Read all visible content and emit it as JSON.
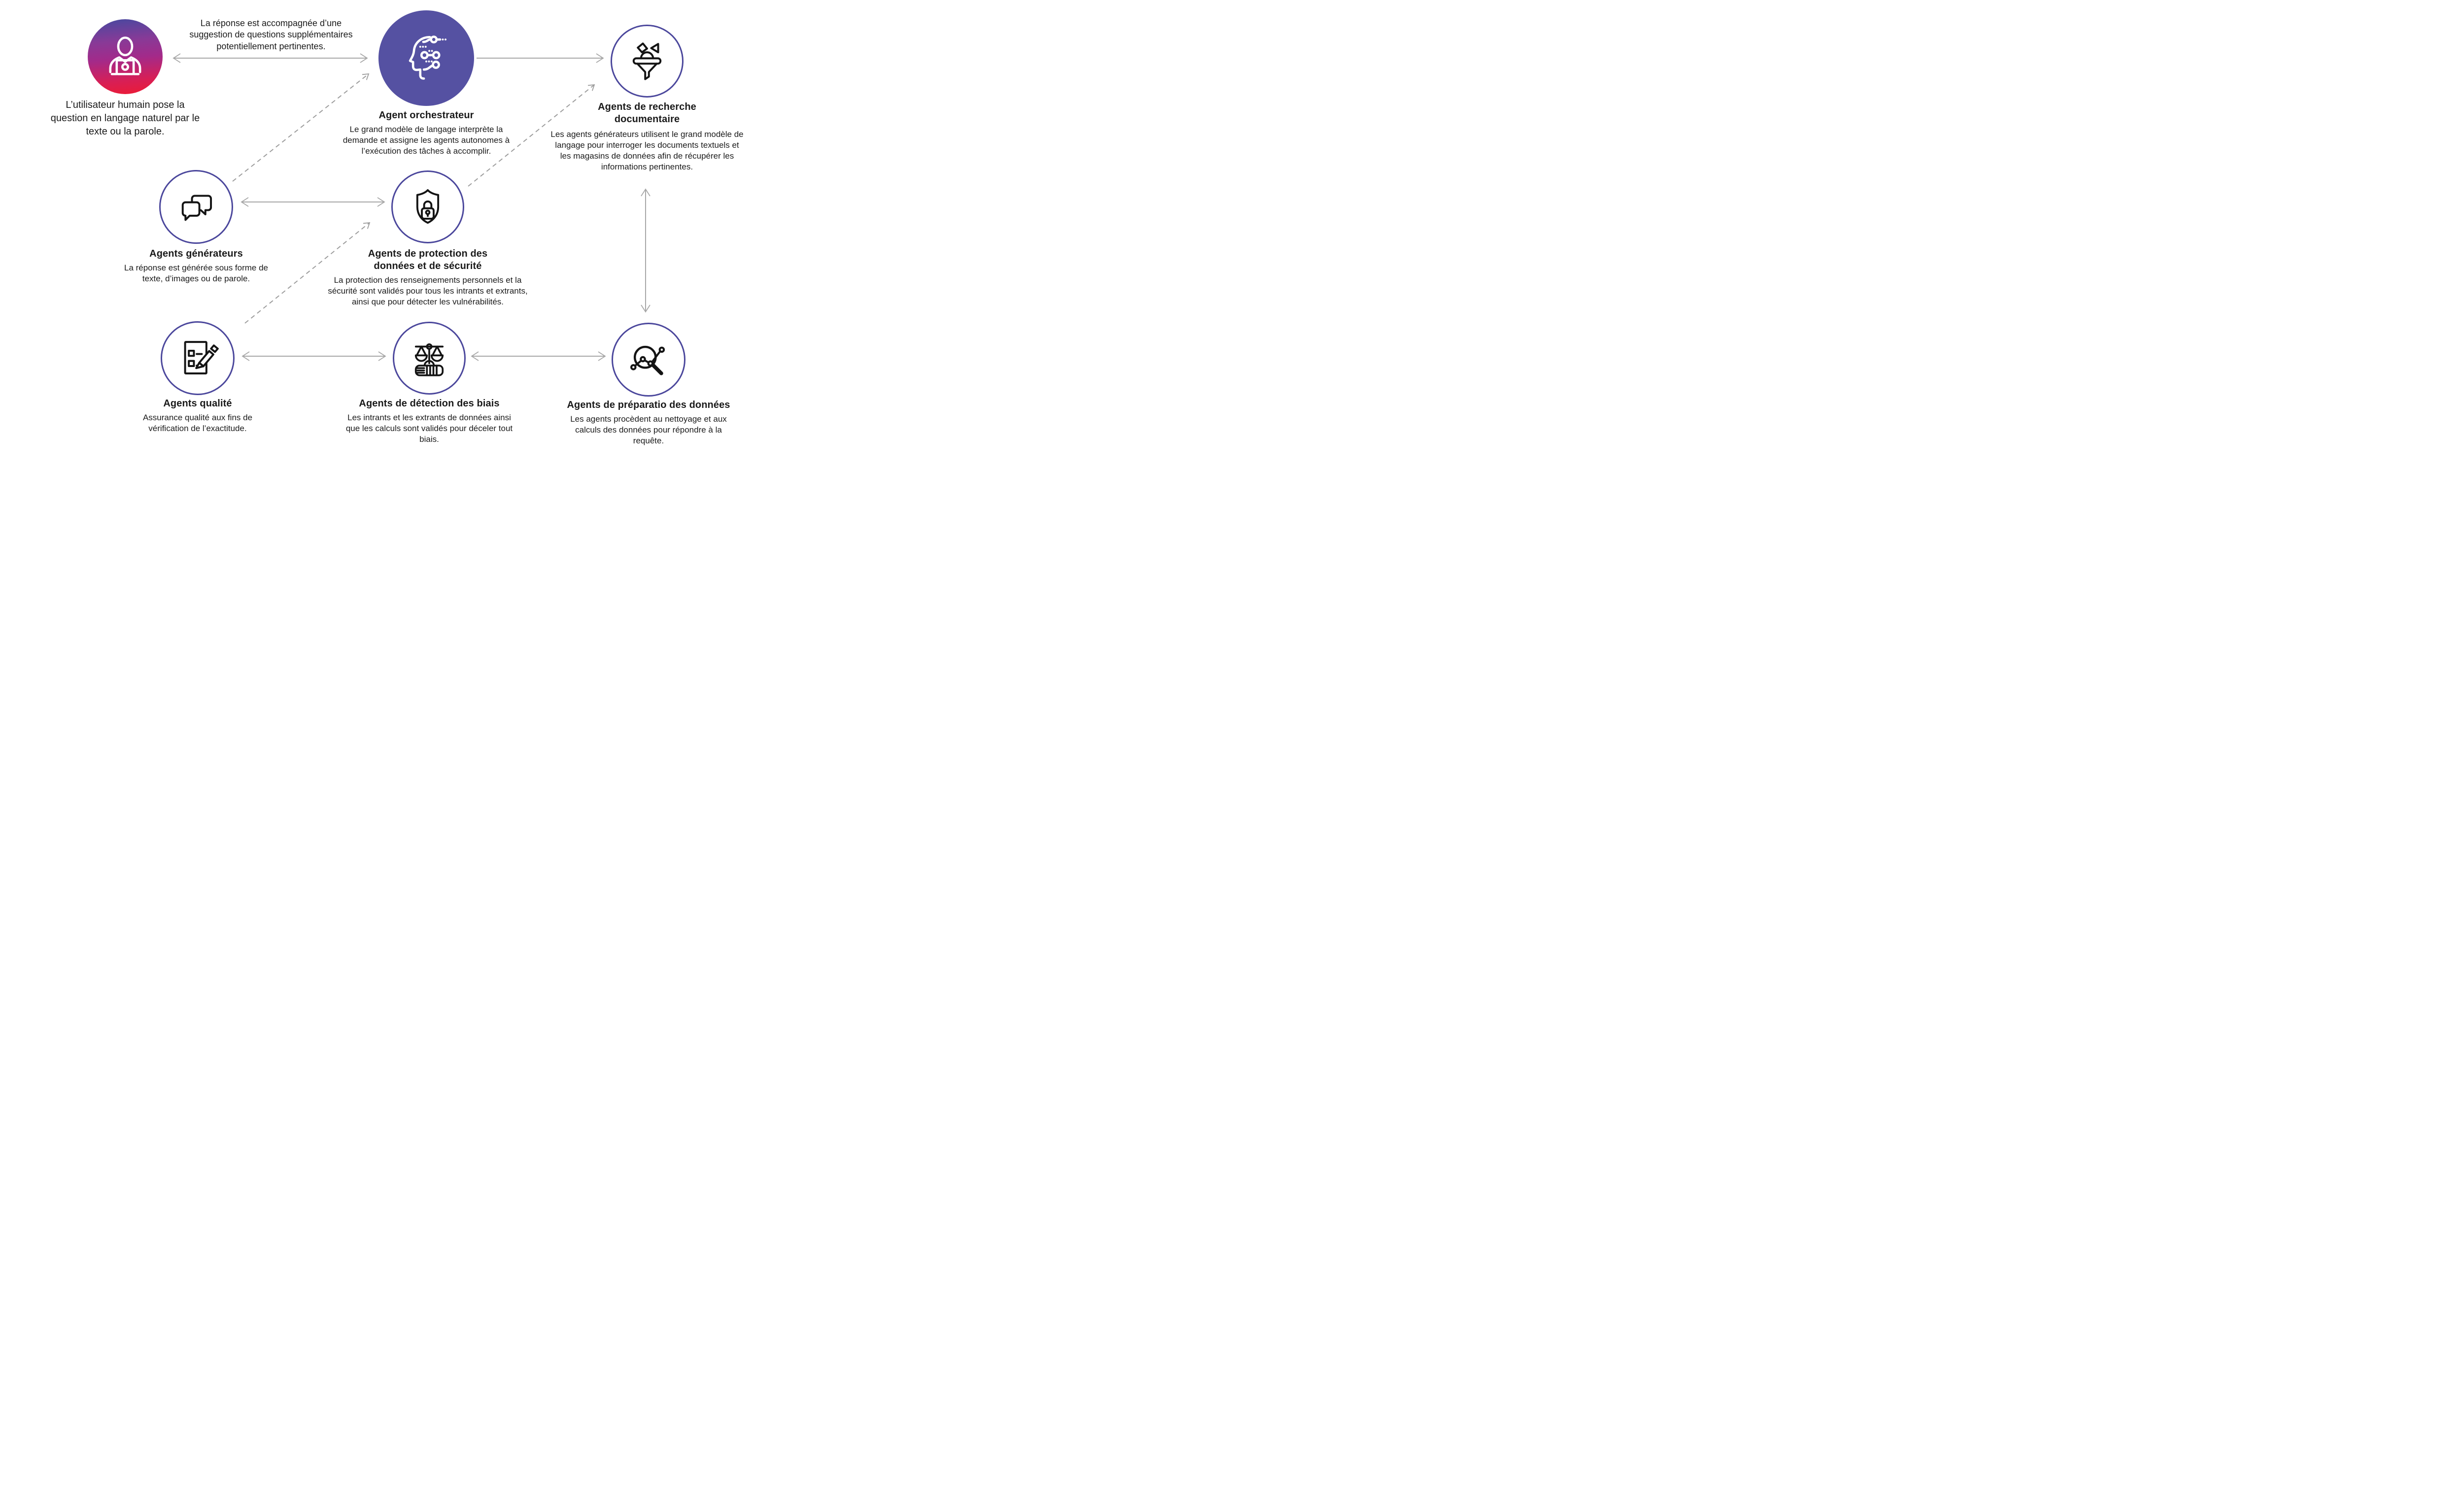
{
  "annotation": "La réponse est accompagnée d’une suggestion de questions supplémentaires potentiellement pertinentes.",
  "nodes": {
    "user": {
      "desc": "L’utilisateur humain pose la question en langage naturel par le texte ou la parole."
    },
    "orchestrator": {
      "title": "Agent orchestrateur",
      "desc": "Le grand modèle de langage interprète la demande et assigne les agents autonomes à l’exécution des tâches à accomplir."
    },
    "recherche": {
      "title": "Agents de recherche documentaire",
      "desc": "Les agents générateurs utilisent le grand modèle de langage pour interroger les documents textuels et les magasins de données afin de récupérer les informations pertinentes."
    },
    "generateurs": {
      "title": "Agents générateurs",
      "desc": "La réponse est générée sous forme de texte, d’images ou de parole."
    },
    "protection": {
      "title": "Agents de protection des données et de sécurité",
      "desc": "La protection des renseignements personnels et la sécurité sont validés pour tous les intrants et extrants, ainsi que pour détecter les vulnérabilités."
    },
    "qualite": {
      "title": "Agents qualité",
      "desc": "Assurance qualité aux fins de vérification de l’exactitude."
    },
    "detection": {
      "title": "Agents de détection des biais",
      "desc": "Les intrants et les extrants de données ainsi que les calculs sont validés pour déceler tout biais."
    },
    "preparation": {
      "title": "Agents de préparatio des données",
      "desc": "Les agents procèdent au nettoyage et aux calculs des données pour répondre à la requête."
    }
  },
  "icons": {
    "user": "person-laptop-icon",
    "orchestrator": "ai-head-circuit-icon",
    "recherche": "funnel-filter-icon",
    "generateurs": "chat-bubbles-icon",
    "protection": "shield-lock-icon",
    "qualite": "checklist-pencil-icon",
    "detection": "scales-balance-icon",
    "preparation": "magnifier-analytics-icon"
  },
  "colors": {
    "node_outline": "#4b479c",
    "orchestrator_fill": "#5551a2",
    "user_gradient_top": "#4649a0",
    "user_gradient_mid": "#a32a8a",
    "user_gradient_bottom": "#ed1a33",
    "arrow_gray": "#a7a7a7",
    "dashed_gray": "#9d9d9d",
    "icon_stroke": "#141414",
    "text": "#1a1a1a"
  }
}
